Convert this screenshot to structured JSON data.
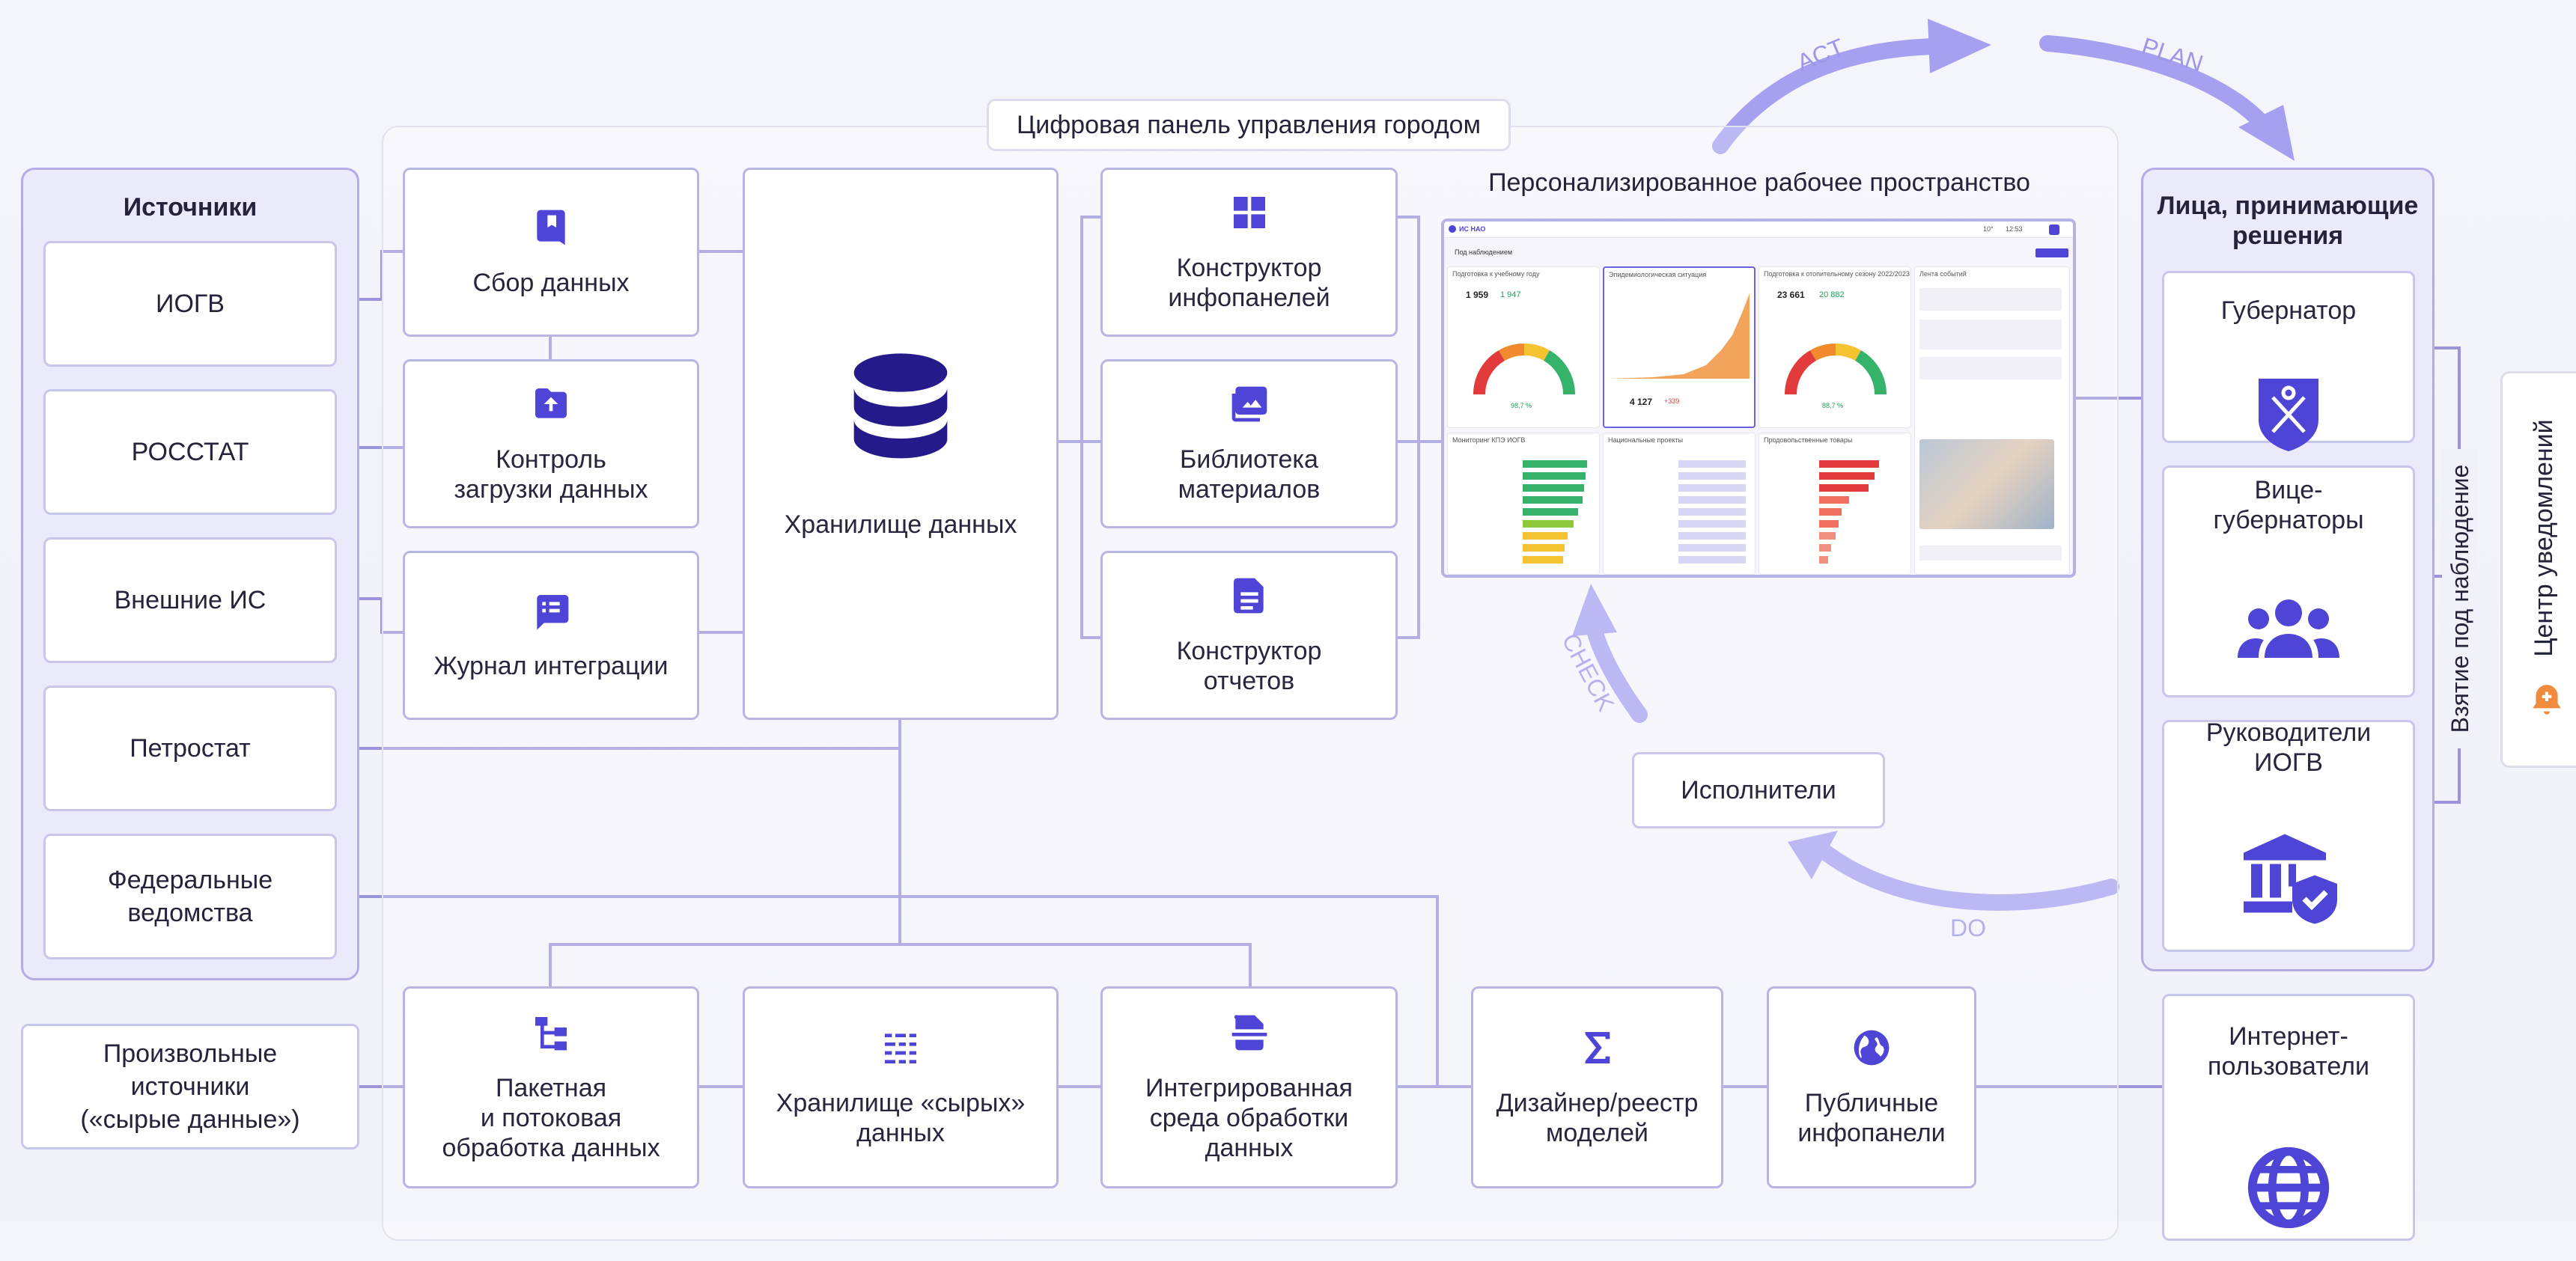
{
  "platform_title": "Цифровая панель управления городом",
  "sources": {
    "title": "Источники",
    "items": [
      "ИОГВ",
      "РОССТАТ",
      "Внешние ИС",
      "Петростат",
      "Федеральные\nведомства"
    ]
  },
  "arbitrary_sources": "Произвольные\nисточники\n(«сырые данные»)",
  "ingest": {
    "collect": "Сбор данных",
    "control": "Контроль\nзагрузки данных",
    "journal": "Журнал интеграции"
  },
  "storage": "Хранилище данных",
  "tools": {
    "dashboard_builder": "Конструктор\nинфопанелей",
    "library": "Библиотека\nматериалов",
    "report_builder": "Конструктор\nотчетов"
  },
  "workspace_title": "Персонализированное рабочее пространство",
  "executors": "Исполнители",
  "cycle": {
    "act": "ACT",
    "plan": "PLAN",
    "check": "CHECK",
    "do": "DO"
  },
  "pipeline": {
    "batch": "Пакетная\nи потоковая\nобработка данных",
    "raw": "Хранилище «сырых»\nданных",
    "ide": "Интегрированная\nсреда обработки\nданных",
    "models": "Дизайнер/реестр\nмоделей",
    "public": "Публичные\nинфопанели"
  },
  "decision_makers": {
    "title": "Лица, принимающие\nрешения",
    "governor": "Губернатор",
    "vice": "Вице-\nгубернаторы",
    "heads": "Руководители\nИОГВ"
  },
  "internet_users": "Интернет-\nпользователи",
  "monitoring": "Взятие под наблюдение",
  "notifications": "Центр уведомлений",
  "dashboard": {
    "app_name": "ИС НАО",
    "tab": "Под наблюдением",
    "card1": {
      "title": "Подготовка к учебному году",
      "value": "1 959",
      "sub": "1 947",
      "gauge": "98,7 %"
    },
    "card2": {
      "title": "Эпидемиологическая ситуация",
      "value": "4 127",
      "sub": "+339"
    },
    "card3": {
      "title": "Подготовка к отопительному сезону 2022/2023",
      "value": "23 661",
      "sub": "20 882",
      "gauge": "88,7 %"
    },
    "card4": {
      "title": "Лента событий"
    },
    "card5": {
      "title": "Мониторинг КПЭ ИОГВ"
    },
    "card6": {
      "title": "Национальные проекты"
    },
    "card7": {
      "title": "Продовольственные товары"
    },
    "time": "12:53",
    "temp": "10°"
  },
  "colors": {
    "accent": "#4e44d6",
    "line": "#9a94d8",
    "arrow": "#a6a0f0"
  }
}
